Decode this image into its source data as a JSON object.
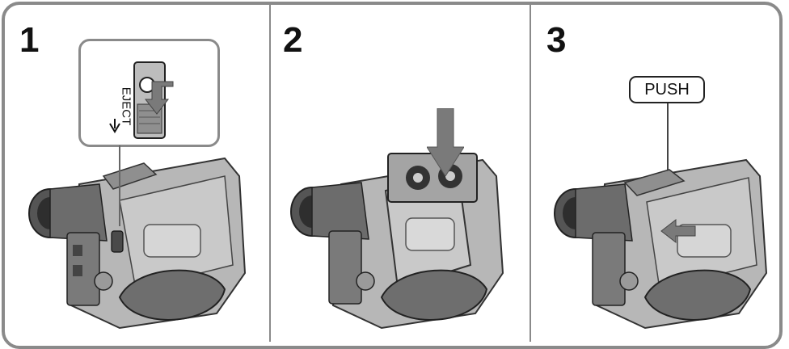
{
  "steps": [
    {
      "number": "1"
    },
    {
      "number": "2"
    },
    {
      "number": "3"
    }
  ],
  "labels": {
    "eject": "EJECT",
    "push": "PUSH"
  },
  "colors": {
    "frame": "#8a8a8a",
    "arrow": "#7a7a7a",
    "body_dark": "#5f5f5f",
    "body_mid": "#8c8c8c",
    "body_light": "#b9b9b9"
  },
  "icons": [
    "camcorder-illustration",
    "eject-switch-icon",
    "down-arrow-icon",
    "cassette-icon",
    "push-arrow-icon"
  ]
}
